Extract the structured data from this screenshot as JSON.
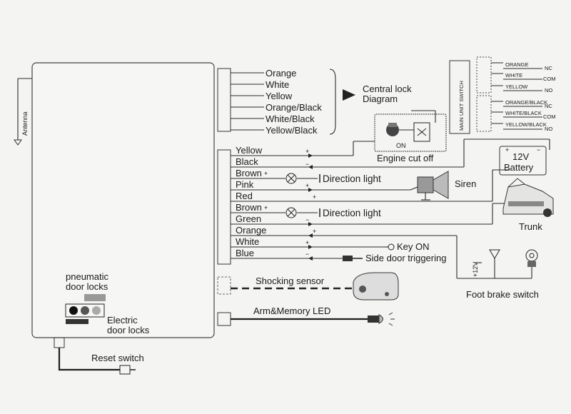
{
  "connector_left_wires": [
    "Orange",
    "White",
    "Yellow",
    "Orange/Black",
    "White/Black",
    "Yellow/Black"
  ],
  "central_lock_title": [
    "Central lock",
    "Diagram"
  ],
  "main_wires": [
    "Yellow",
    "Black",
    "Brown",
    "Pink",
    "Red",
    "Brown",
    "Green",
    "Orange",
    "White",
    "Blue"
  ],
  "antenna_label": "Antenna",
  "relay": {
    "label": "MAIN UNIT SWITCH",
    "top": [
      "ORANGE",
      "WHITE",
      "YELLOW"
    ],
    "top_tags": [
      "NC",
      "COM",
      "NO"
    ],
    "bottom": [
      "ORANGE/BLACK",
      "WHITE/BLACK",
      "YELLOW/BLACK"
    ],
    "bottom_tags": [
      "NC",
      "COM",
      "NO"
    ]
  },
  "engine_cut_off": {
    "label": "Engine cut off",
    "on": "ON"
  },
  "battery": {
    "voltage": "12V",
    "label": "Battery"
  },
  "direction_light": "Direction light",
  "siren": "Siren",
  "trunk": "Trunk",
  "key_on": "Key ON",
  "side_door": "Side door triggering",
  "plus12v": "+12V",
  "foot_brake": "Foot brake switch",
  "shock_sensor": "Shocking sensor",
  "led": "Arm&Memory LED",
  "pneumatic": [
    "pneumatic",
    "door locks"
  ],
  "electric": [
    "Electric",
    "door locks"
  ],
  "reset_switch": "Reset switch",
  "colors": {
    "ink": "#1a1a1a",
    "background": "#f4f4f2",
    "panel": "#f6f6f4"
  }
}
